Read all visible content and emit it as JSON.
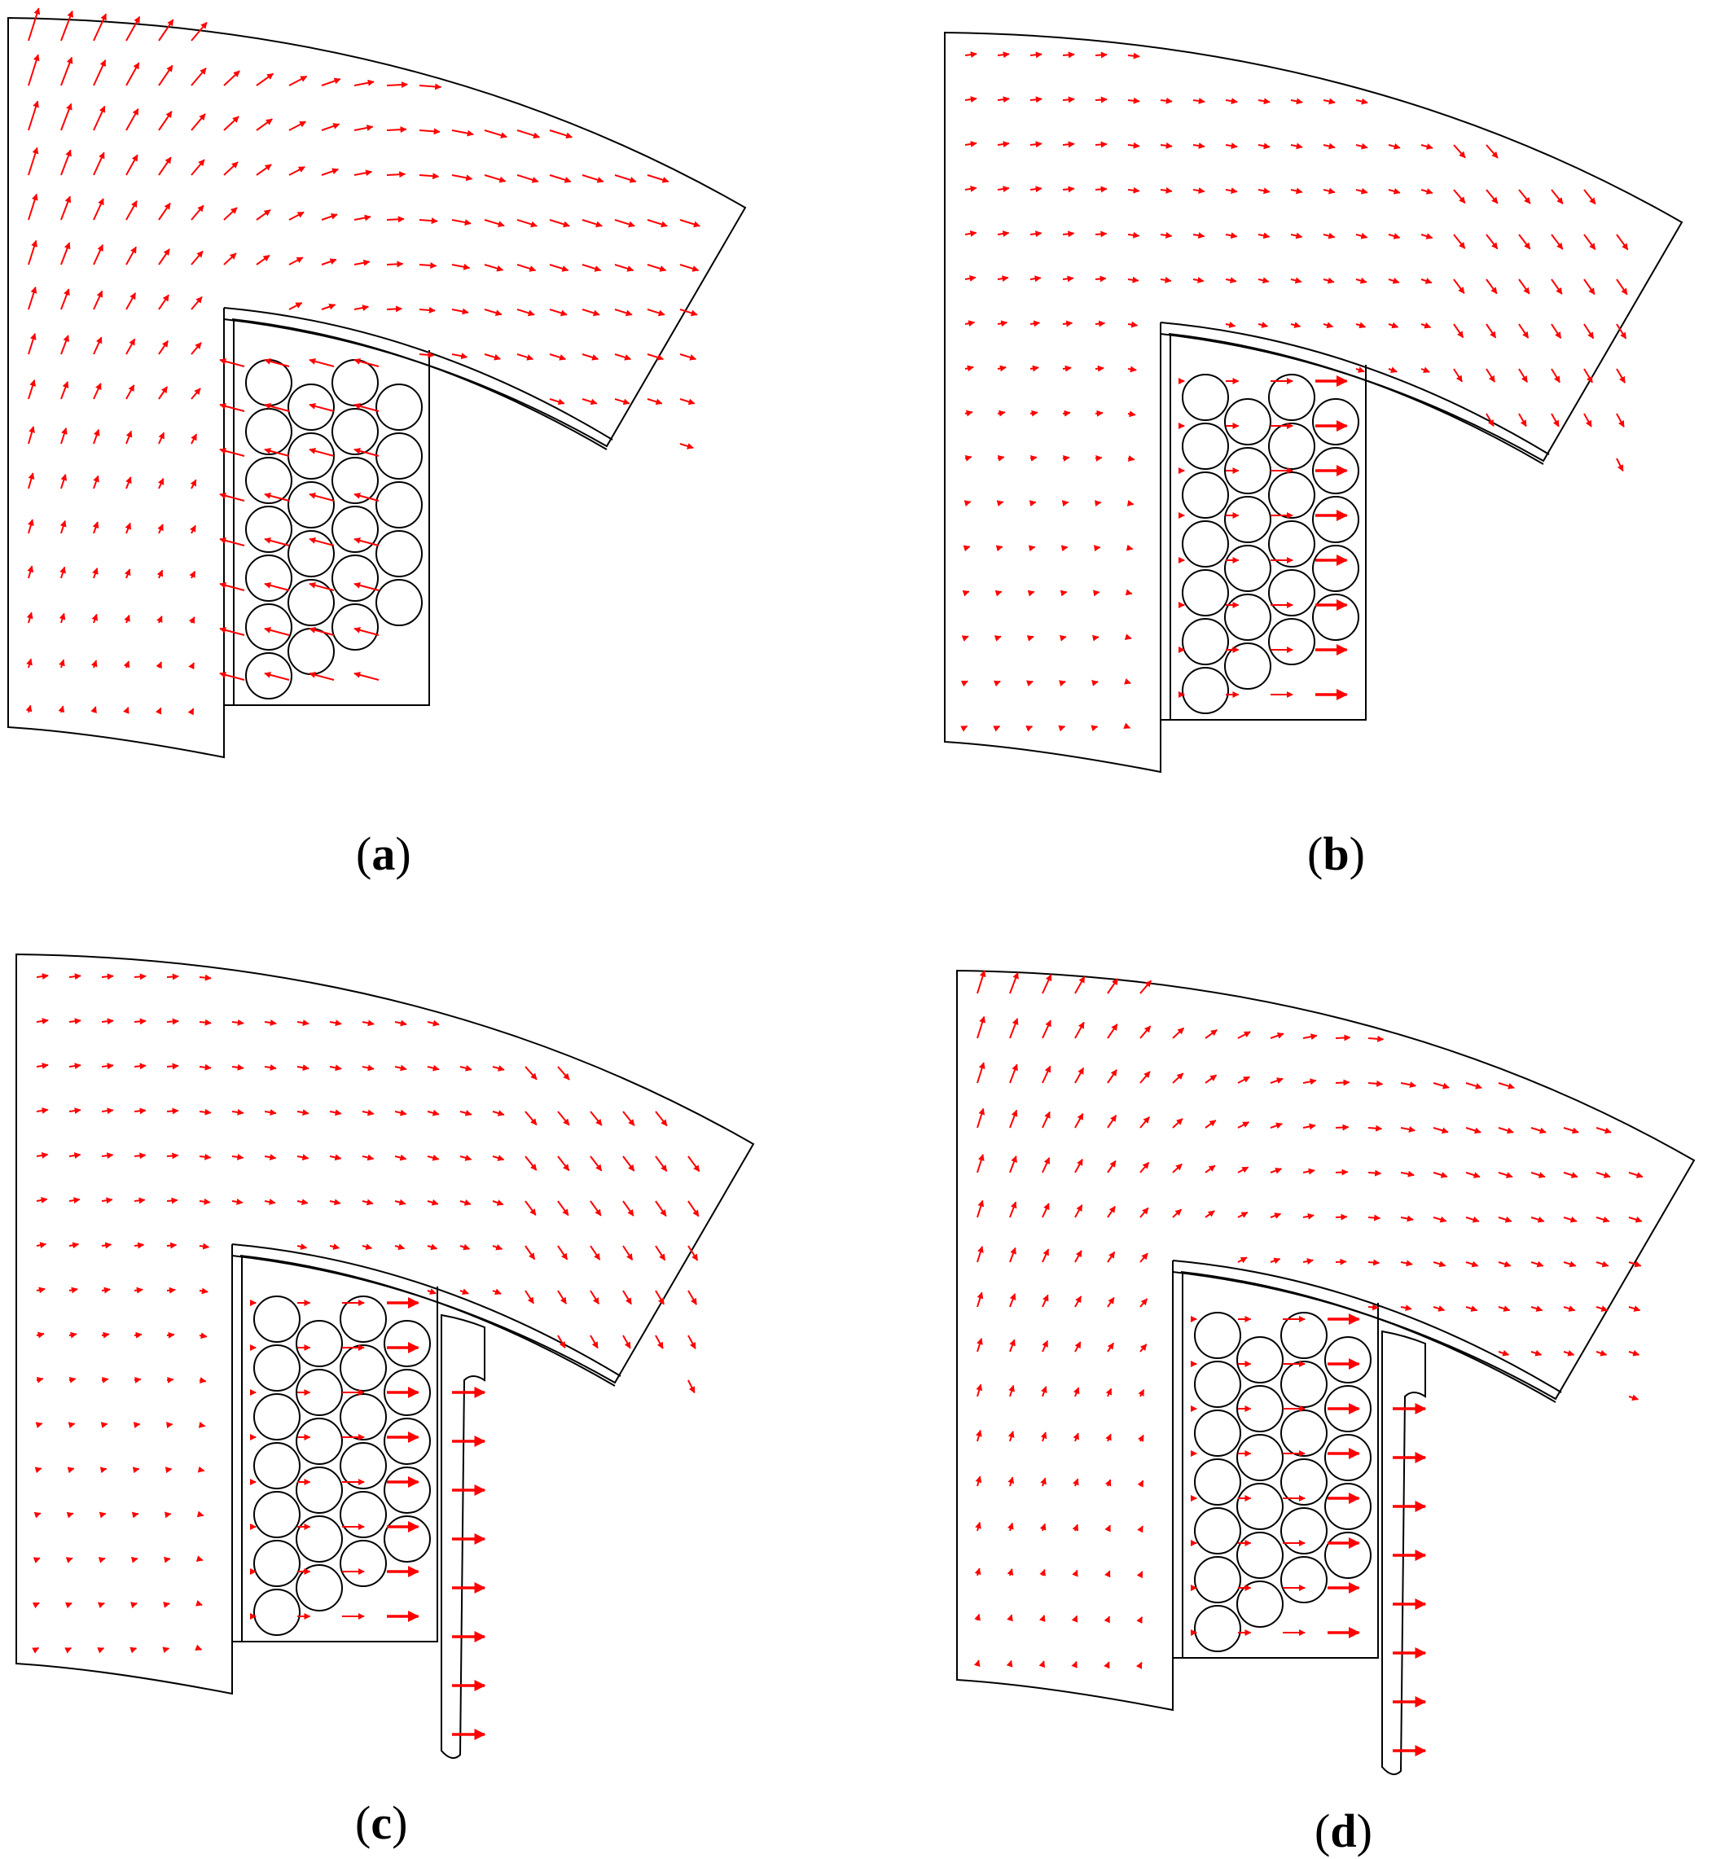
{
  "figure": {
    "panels": [
      {
        "id": "a",
        "label": "a"
      },
      {
        "id": "b",
        "label": "b"
      },
      {
        "id": "c",
        "label": "c"
      },
      {
        "id": "d",
        "label": "d"
      }
    ],
    "colors": {
      "outline": "#000000",
      "arrow": "#ff0000",
      "background": "#ffffff"
    }
  }
}
